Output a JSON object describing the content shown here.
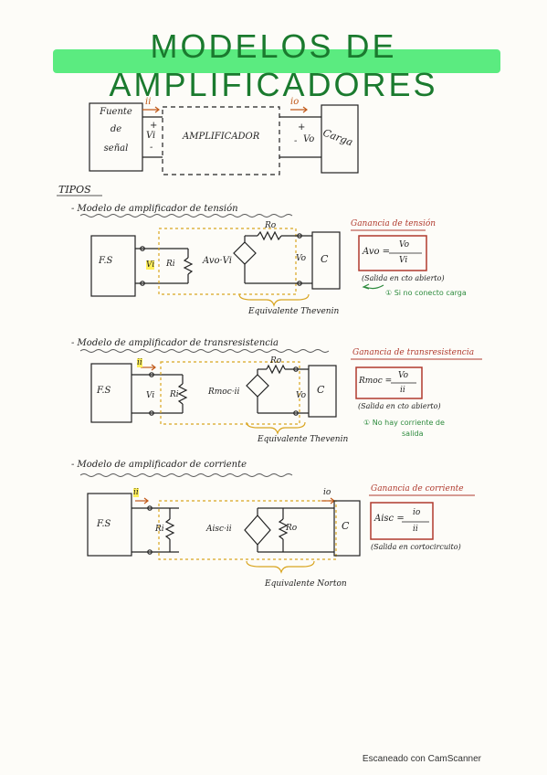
{
  "title": "MODELOS DE AMPLIFICADORES",
  "block": {
    "source_line1": "Fuente",
    "source_line2": "de",
    "source_line3": "señal",
    "amp_label": "AMPLIFICADOR",
    "load_label": "Carga",
    "ii": "ii",
    "vi": "Vi",
    "io": "io",
    "vo": "Vo",
    "plus": "+",
    "minus": "-"
  },
  "tipos": "TIPOS",
  "sections": [
    {
      "heading": "- Modelo de amplificador de tensión",
      "fs": "F.S",
      "vi": "Vi",
      "ri": "Ri",
      "ro": "Ro",
      "source_label": "Avo·Vi",
      "vo": "Vo",
      "load": "C",
      "equiv": "Equivalente Thevenin",
      "gain_title": "Ganancia de tensión",
      "gain_lhs": "Avo =",
      "gain_num": "Vo",
      "gain_den": "Vi",
      "gain_note": "(Salida en cto abierto)",
      "green_note": "① Si no conecto carga"
    },
    {
      "heading": "- Modelo de amplificador de transresistencia",
      "fs": "F.S",
      "ii": "ii",
      "vi": "Vi",
      "ri": "Ri",
      "ro": "Ro",
      "source_label": "Rmoc·ii",
      "vo": "Vo",
      "load": "C",
      "equiv": "Equivalente Thevenin",
      "gain_title": "Ganancia de transresistencia",
      "gain_lhs": "Rmoc =",
      "gain_num": "Vo",
      "gain_den": "ii",
      "gain_note": "(Salida en cto abierto)",
      "green_note_1": "① No hay corriente de",
      "green_note_2": "salida"
    },
    {
      "heading": "- Modelo de amplificador de corriente",
      "fs": "F.S",
      "ii": "ii",
      "ri": "Ri",
      "ro": "Ro",
      "io": "io",
      "source_label": "Aisc·ii",
      "load": "C",
      "equiv": "Equivalente Norton",
      "gain_title": "Ganancia de corriente",
      "gain_lhs": "Aisc =",
      "gain_num": "io",
      "gain_den": "ii",
      "gain_note": "(Salida en cortocircuito)"
    }
  ],
  "footer": "Escaneado con CamScanner"
}
